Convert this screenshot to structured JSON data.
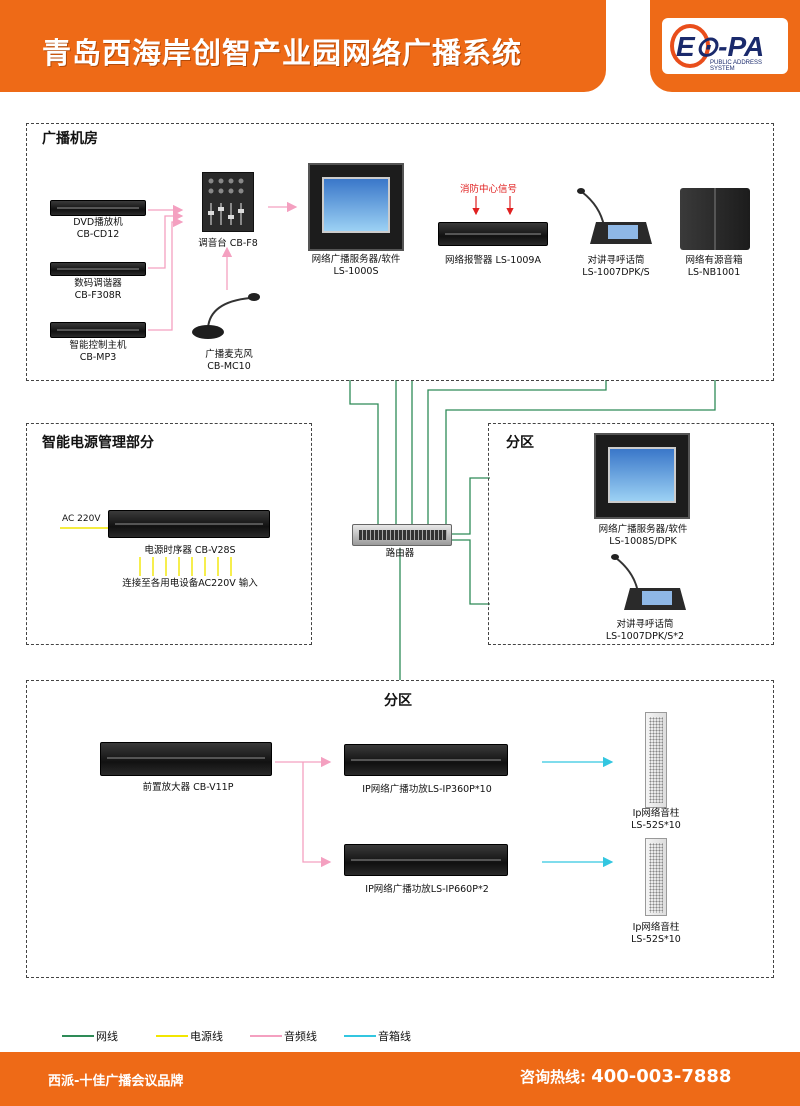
{
  "header": {
    "title": "青岛西海岸创智产业园网络广播系统",
    "logo_text": "E⊙-PA",
    "logo_sub": "PUBLIC ADDRESS SYSTEM"
  },
  "sections": {
    "room": "广播机房",
    "power": "智能电源管理部分",
    "zone_right": "分区",
    "zone_bottom": "分区"
  },
  "devices": {
    "dvd": {
      "name": "DVD播放机",
      "model": "CB-CD12"
    },
    "tuner": {
      "name": "数码调谐器",
      "model": "CB-F308R"
    },
    "controller": {
      "name": "智能控制主机",
      "model": "CB-MP3"
    },
    "mixer": {
      "name": "调音台 CB-F8"
    },
    "mic": {
      "name": "广播麦克风",
      "model": "CB-MC10"
    },
    "server": {
      "name": "网络广播服务器/软件",
      "model": "LS-1000S"
    },
    "alarm": {
      "name": "网络报警器 LS-1009A",
      "signal": "消防中心信号"
    },
    "paging": {
      "name": "对讲寻呼话筒",
      "model": "LS-1007DPK/S"
    },
    "active_spk": {
      "name": "网络有源音箱",
      "model": "LS-NB1001"
    },
    "sequencer": {
      "name": "电源时序器 CB-V28S",
      "input": "AC 220V",
      "note": "连接至各用电设备AC220V 输入"
    },
    "router": {
      "name": "路由器"
    },
    "server2": {
      "name": "网络广播服务器/软件",
      "model": "LS-1008S/DPK"
    },
    "paging2": {
      "name": "对讲寻呼话筒",
      "model": "LS-1007DPK/S*2"
    },
    "preamp": {
      "name": "前置放大器 CB-V11P"
    },
    "amp1": {
      "name": "IP网络广播功放LS-IP360P*10"
    },
    "amp2": {
      "name": "IP网络广播功放LS-IP660P*2"
    },
    "col1": {
      "name": "Ip网络音柱",
      "model": "LS-52S*10"
    },
    "col2": {
      "name": "Ip网络音柱",
      "model": "LS-52S*10"
    }
  },
  "legend": [
    {
      "label": "网线",
      "color": "#2e8b57"
    },
    {
      "label": "电源线",
      "color": "#f2e600"
    },
    {
      "label": "音频线",
      "color": "#f4a0c0"
    },
    {
      "label": "音箱线",
      "color": "#33c6e0"
    }
  ],
  "footer": {
    "left": "西派-十佳广播会议品牌",
    "hotline_label": "咨询热线:",
    "hotline": "400-003-7888"
  }
}
